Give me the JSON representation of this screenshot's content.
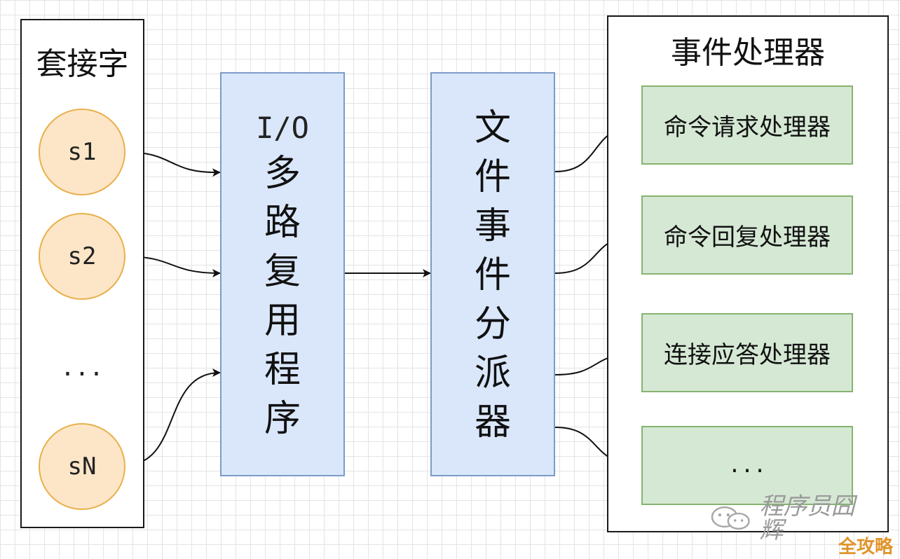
{
  "sockets": {
    "title": "套接字",
    "items": [
      "s1",
      "s2",
      "sN"
    ],
    "ellipsis": "..."
  },
  "io_multiplexer": {
    "prefix": "I/O",
    "label": "多\n路\n复\n用\n程\n序"
  },
  "dispatcher": {
    "label": "文\n件\n事\n件\n分\n派\n器"
  },
  "handlers": {
    "title": "事件处理器",
    "items": [
      "命令请求处理器",
      "命令回复处理器",
      "连接应答处理器",
      "..."
    ]
  },
  "watermark": {
    "text": "程序员囧辉"
  },
  "corner_mark": {
    "text": "全攻略"
  },
  "colors": {
    "socket_fill": "#fde6c8",
    "socket_stroke": "#e9b04b",
    "blue_fill": "#dae7fb",
    "blue_stroke": "#7a9cc8",
    "green_fill": "#d5e8d4",
    "green_stroke": "#86b36f"
  }
}
